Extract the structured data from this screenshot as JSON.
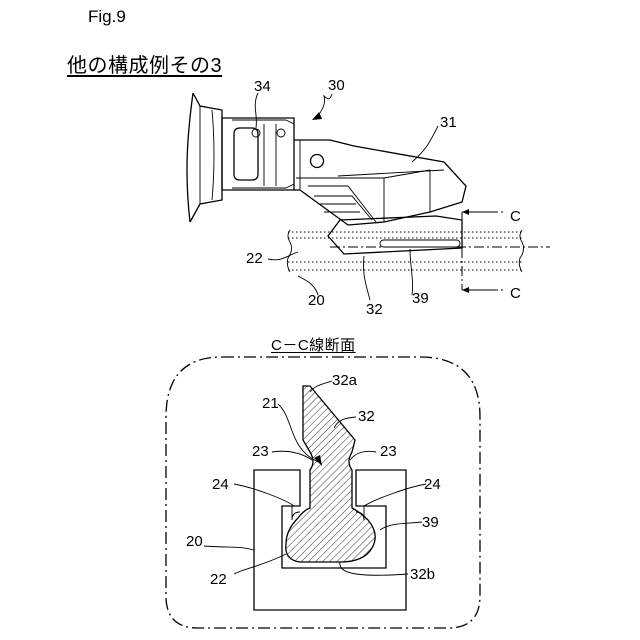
{
  "figure": {
    "label": "Fig.9",
    "heading": "他の構成例その3"
  },
  "top_view": {
    "labels": {
      "ref_30": "30",
      "ref_31": "31",
      "ref_34": "34",
      "ref_22": "22",
      "ref_20": "20",
      "ref_32": "32",
      "ref_39": "39",
      "section_c_top": "C",
      "section_c_bottom": "C"
    }
  },
  "section_view": {
    "title": "C－C線断面",
    "labels": {
      "ref_32a": "32a",
      "ref_21": "21",
      "ref_32": "32",
      "ref_23_left": "23",
      "ref_23_right": "23",
      "ref_24_left": "24",
      "ref_24_right": "24",
      "ref_39": "39",
      "ref_20": "20",
      "ref_22": "22",
      "ref_32b": "32b"
    }
  }
}
